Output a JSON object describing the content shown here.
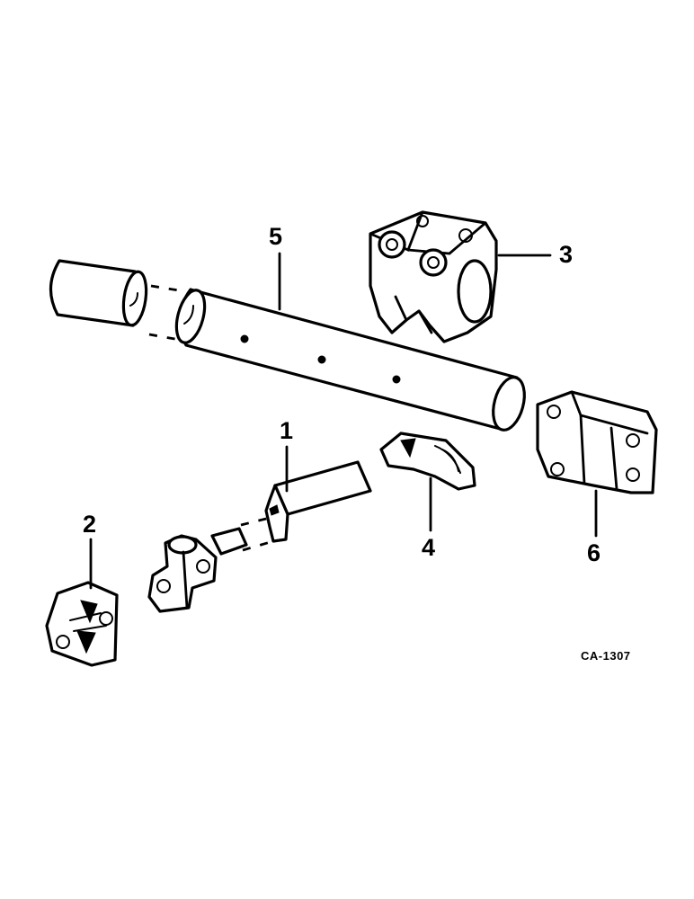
{
  "diagram": {
    "reference_code": "CA-1307",
    "callouts": [
      {
        "id": "1",
        "label": "1"
      },
      {
        "id": "2",
        "label": "2"
      },
      {
        "id": "3",
        "label": "3"
      },
      {
        "id": "4",
        "label": "4"
      },
      {
        "id": "5",
        "label": "5"
      },
      {
        "id": "6",
        "label": "6"
      }
    ],
    "colors": {
      "ink": "#000000",
      "paper": "#ffffff"
    }
  }
}
